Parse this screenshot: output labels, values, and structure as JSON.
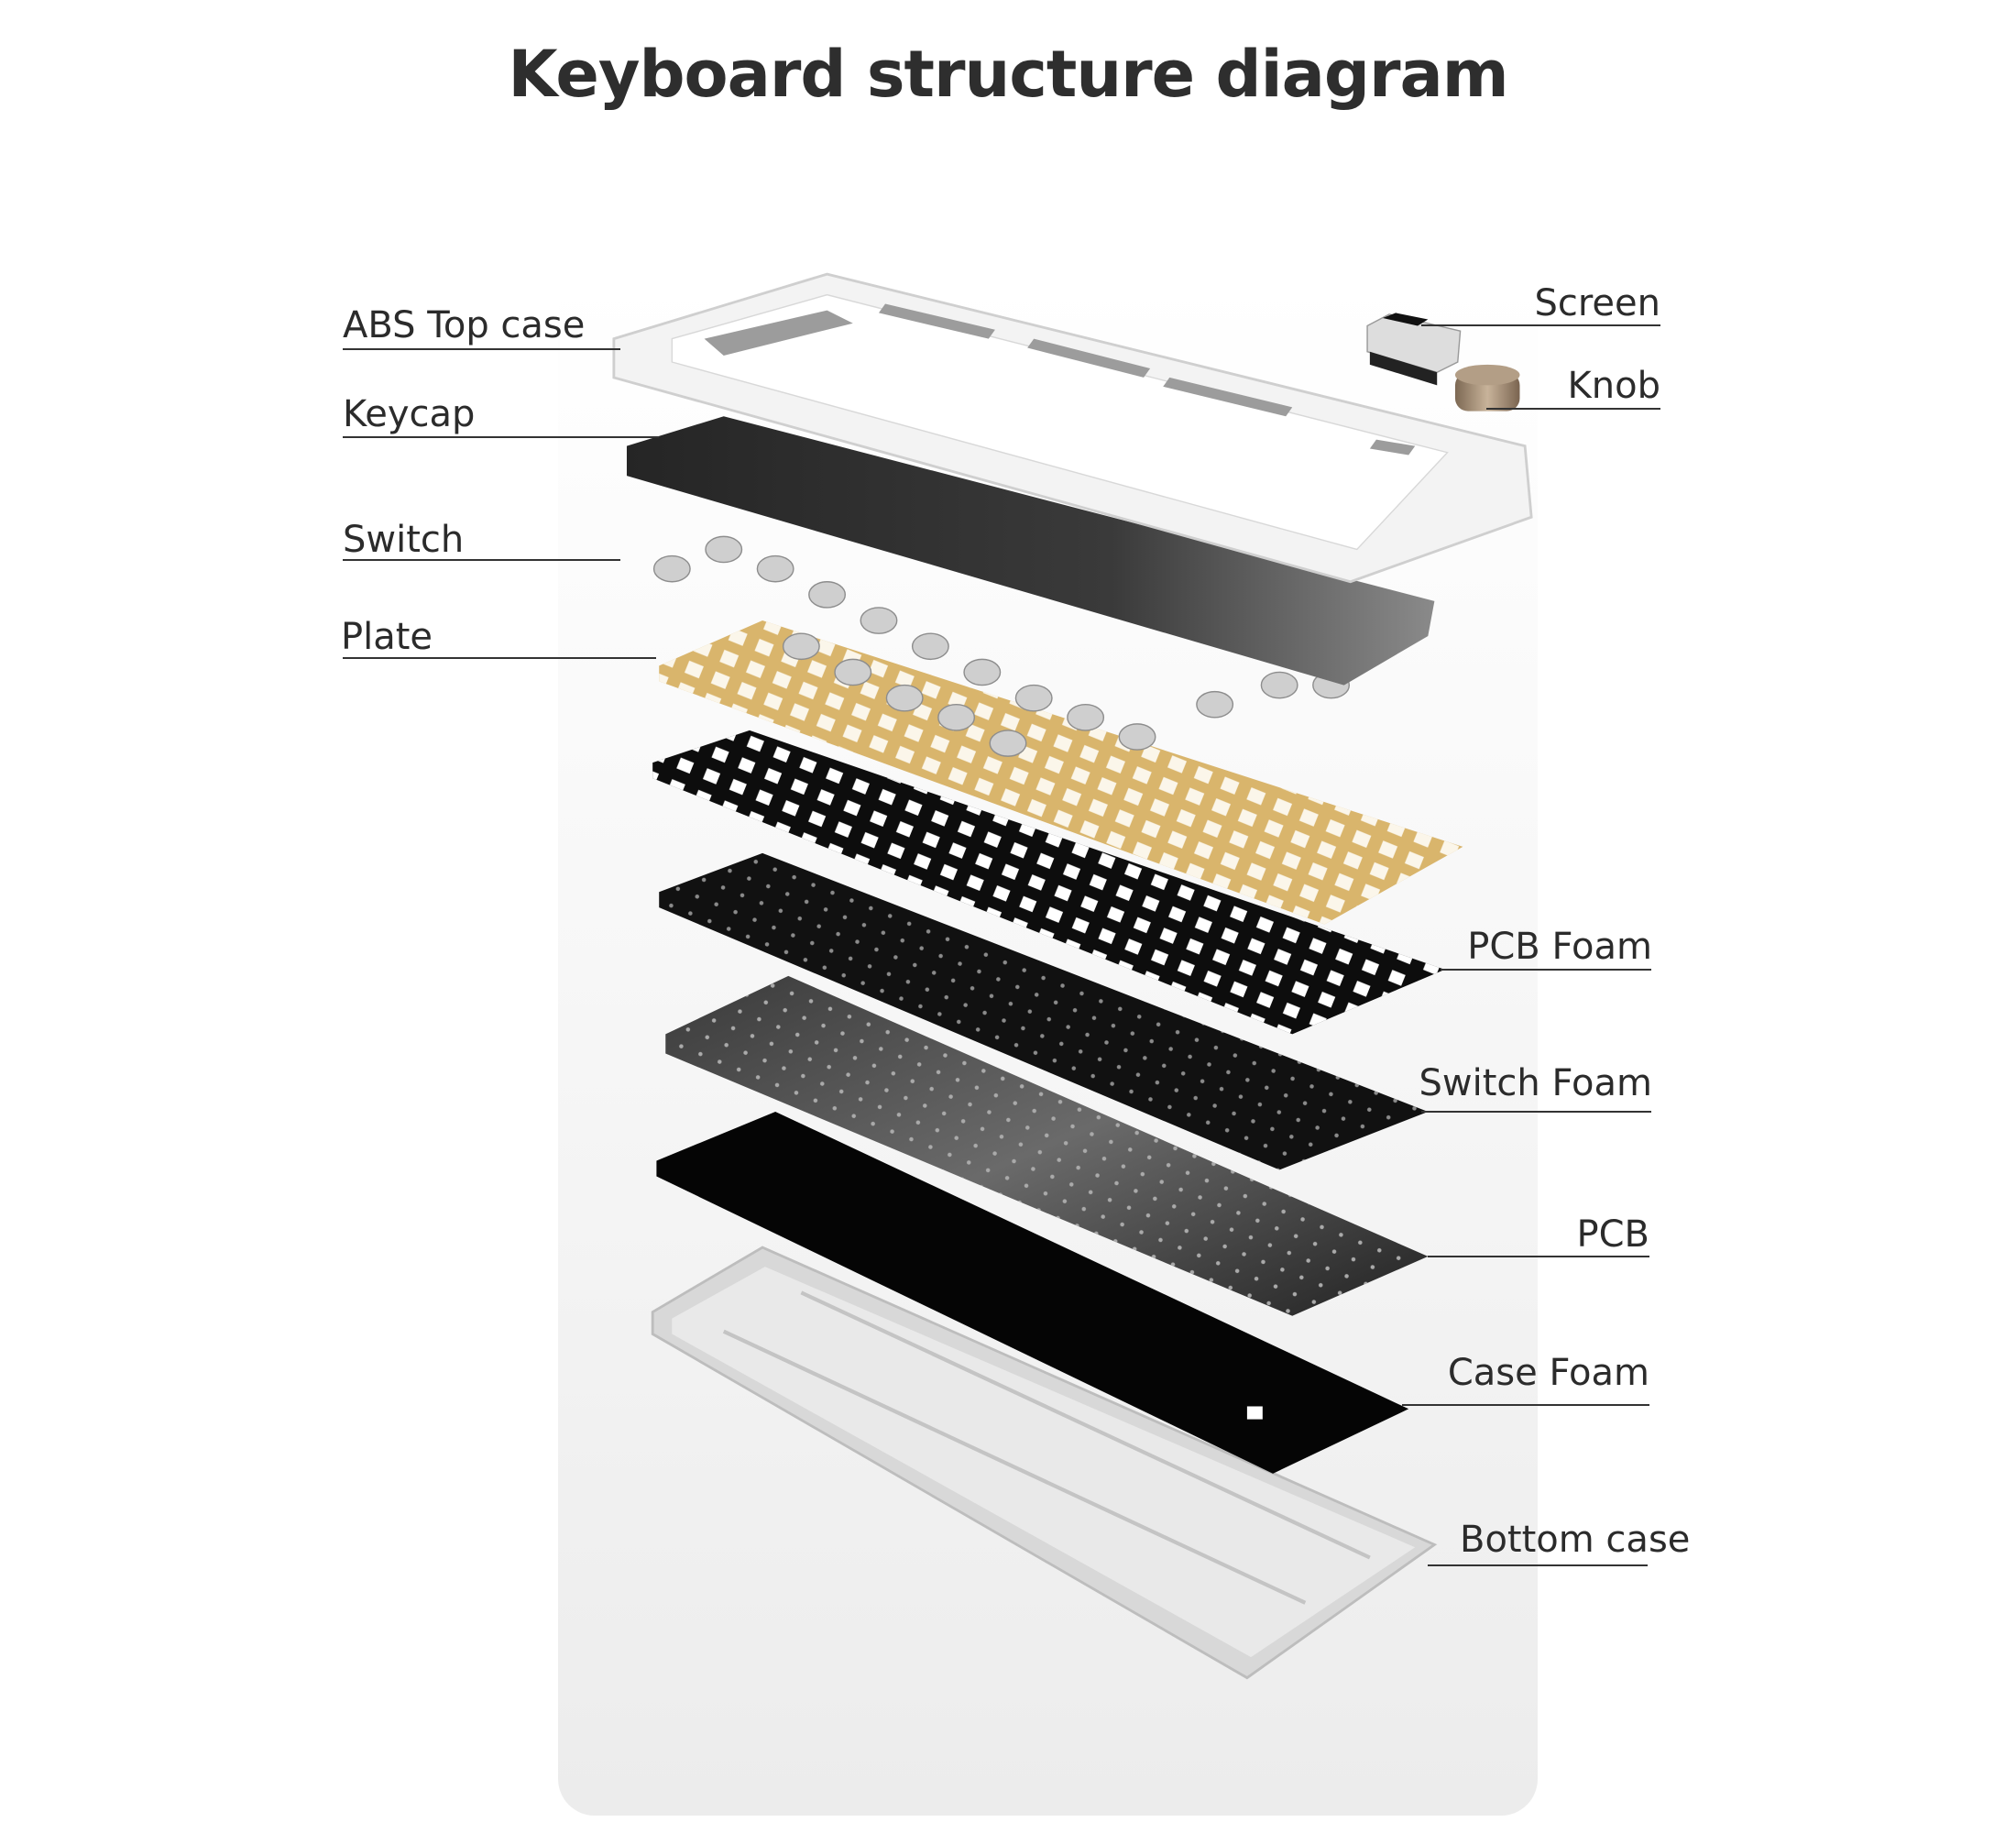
{
  "title": "Keyboard structure diagram",
  "labels": {
    "abs_top_case": "ABS Top case",
    "keycap": "Keycap",
    "switch": "Switch",
    "plate": "Plate",
    "screen": "Screen",
    "knob": "Knob",
    "pcb_foam": "PCB Foam",
    "switch_foam": "Switch Foam",
    "pcb": "PCB",
    "case_foam": "Case Foam",
    "bottom_case": "Bottom case"
  },
  "colors": {
    "top_case": "#f2f2f2",
    "keycap": "#3a3a3a",
    "plate": "#d9b56c",
    "pcb_foam": "#0d0d0d",
    "switch_foam": "#111111",
    "pcb": "#2a2a2a",
    "case_foam": "#050505",
    "bottom_case": "#dcdcdc",
    "knob": "#a08a72"
  }
}
